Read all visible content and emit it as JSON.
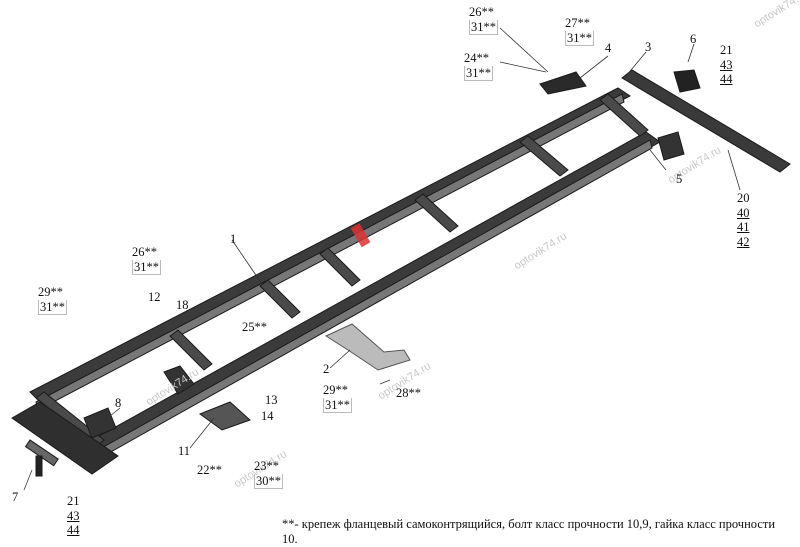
{
  "labels": {
    "p1": "1",
    "p2": "2",
    "p3": "3",
    "p4": "4",
    "p5": "5",
    "p6": "6",
    "p7": "7",
    "p8": "8",
    "p11": "11",
    "p12": "12",
    "p13": "13",
    "p14": "14",
    "p18": "18",
    "p22": "22**",
    "p25": "25**",
    "p28": "28**",
    "g26_top": [
      "26**",
      "31**"
    ],
    "g27": [
      "27**",
      "31**"
    ],
    "g24": [
      "24**",
      "31**"
    ],
    "g21_top": [
      "21",
      "43",
      "44"
    ],
    "g20": [
      "20",
      "40",
      "41",
      "42"
    ],
    "g26_left": [
      "26**",
      "31**"
    ],
    "g29_left": [
      "29**",
      "31**"
    ],
    "g29_mid": [
      "29**",
      "31**"
    ],
    "g23": [
      "23**",
      "30**"
    ],
    "g21_bot": [
      "21",
      "43",
      "44"
    ]
  },
  "watermarks": [
    "optovik74.ru"
  ],
  "footnote": "**- крепеж фланцевый самоконтрящийся, болт класс прочности 10,9, гайка класс прочности 10."
}
